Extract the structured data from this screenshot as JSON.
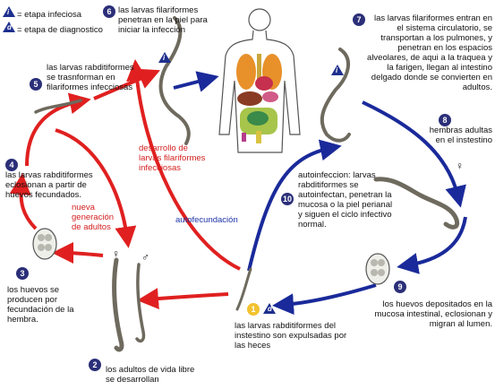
{
  "legend": {
    "infective": {
      "letter": "i",
      "label": "= etapa infeciosa"
    },
    "diagnostic": {
      "letter": "d",
      "label": "= etapa de diagnostico"
    }
  },
  "steps": {
    "s1": {
      "num": "1",
      "text": "las larvas rabditiformes del instestino son expulsadas por las heces",
      "letter": "d"
    },
    "s2": {
      "num": "2",
      "text": "los adultos de vida libre se desarrollan"
    },
    "s3": {
      "num": "3",
      "text": "los huevos se producen por fecundación de la hembra."
    },
    "s4": {
      "num": "4",
      "text": "las larvas rabditiformes eclosionan a partir de huevos fecundados."
    },
    "s5": {
      "num": "5",
      "text": "las larvas rabditiformes se trasnforman en filariformes infecciosas",
      "letter": "i"
    },
    "s6": {
      "num": "6",
      "text": "las larvas filariformes penetran en la piel para iniciar la infección"
    },
    "s7": {
      "num": "7",
      "text": "las larvas filariformes entran en el sistema circulatorio, se transportan a los pulmones, y penetran en los espacios alveolares, de aqui a la traquea y la farigen, llegan al intestino delgado donde se convierten en adultos.",
      "letter": "i"
    },
    "s8": {
      "num": "8",
      "text": "hembras adultas en el instestino"
    },
    "s9": {
      "num": "9",
      "text": "los huevos depositados en la mucosa intestinal, eclosionan y migran al lumen."
    },
    "s10": {
      "num": "10",
      "text": "autoinfeccion: larvas rabditiformes se autoinfectan, penetran la mucosa o la piel perianal y siguen el ciclo infectivo normal."
    }
  },
  "labels": {
    "nueva_generacion": "nueva generación de adultos",
    "desarrollo": "desarrollo de larvas filariformes infecciosas",
    "autofecundacion": "autofecundación",
    "female_symbol": "♀",
    "male_symbol": "♂"
  },
  "colors": {
    "red_arrow": "#e02020",
    "blue_arrow": "#1a2a9a",
    "badge": "#2b2f78",
    "worm": "#7b7466",
    "egg": "#b8b8b0"
  }
}
